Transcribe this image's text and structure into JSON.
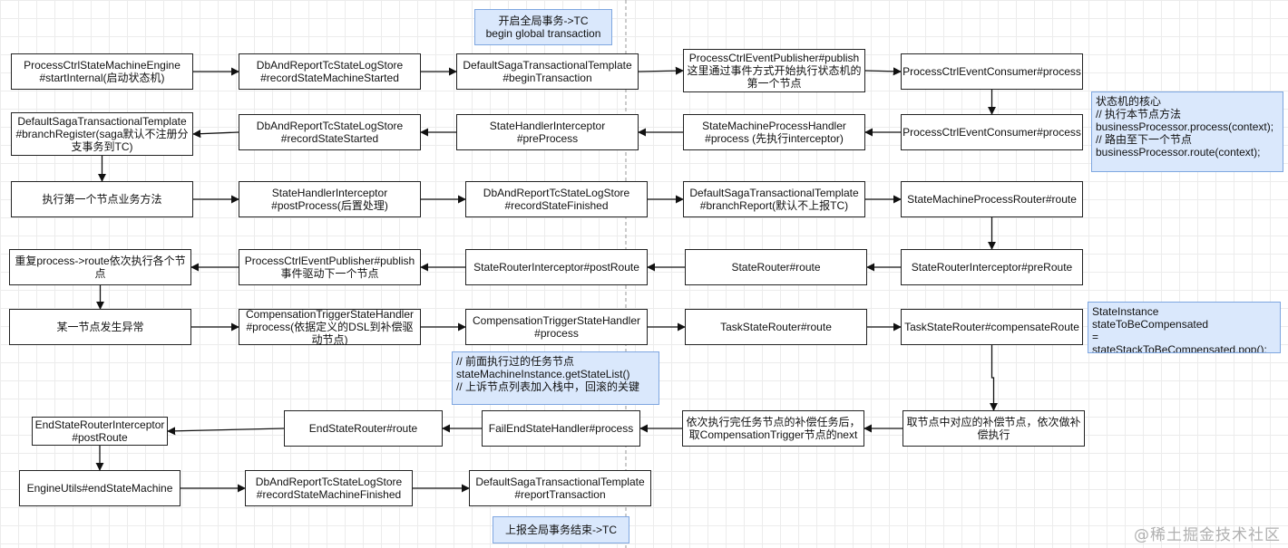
{
  "nodes": [
    {
      "id": "n1",
      "text": "ProcessCtrlStateMachineEngine\n#startInternal(启动状态机)"
    },
    {
      "id": "n2",
      "text": "DbAndReportTcStateLogStore\n#recordStateMachineStarted"
    },
    {
      "id": "n3",
      "text": "DefaultSagaTransactionalTemplate\n#beginTransaction"
    },
    {
      "id": "n4",
      "text": "ProcessCtrlEventPublisher#publish\n这里通过事件方式开始执行状态机的第一个节点"
    },
    {
      "id": "n5",
      "text": "ProcessCtrlEventConsumer#process"
    },
    {
      "id": "n6",
      "text": "ProcessCtrlEventConsumer#process"
    },
    {
      "id": "n7",
      "text": "StateMachineProcessHandler\n#process (先执行interceptor)"
    },
    {
      "id": "n8",
      "text": "StateHandlerInterceptor\n#preProcess"
    },
    {
      "id": "n9",
      "text": "DbAndReportTcStateLogStore\n#recordStateStarted"
    },
    {
      "id": "n10",
      "text": "DefaultSagaTransactionalTemplate\n#branchRegister(saga默认不注册分支事务到TC)"
    },
    {
      "id": "n11",
      "text": "执行第一个节点业务方法"
    },
    {
      "id": "n12",
      "text": "StateHandlerInterceptor\n#postProcess(后置处理)"
    },
    {
      "id": "n13",
      "text": "DbAndReportTcStateLogStore\n#recordStateFinished"
    },
    {
      "id": "n14",
      "text": "DefaultSagaTransactionalTemplate\n#branchReport(默认不上报TC)"
    },
    {
      "id": "n15",
      "text": "StateMachineProcessRouter#route"
    },
    {
      "id": "n16",
      "text": "StateRouterInterceptor#preRoute"
    },
    {
      "id": "n17",
      "text": "StateRouter#route"
    },
    {
      "id": "n18",
      "text": "StateRouterInterceptor#postRoute"
    },
    {
      "id": "n19",
      "text": "ProcessCtrlEventPublisher#publish\n事件驱动下一个节点"
    },
    {
      "id": "n20",
      "text": "重复process->route依次执行各个节点"
    },
    {
      "id": "n21",
      "text": "某一节点发生异常"
    },
    {
      "id": "n22",
      "text": "CompensationTriggerStateHandler\n#process(依据定义的DSL到补偿驱动节点)"
    },
    {
      "id": "n23",
      "text": "CompensationTriggerStateHandler\n#process"
    },
    {
      "id": "n24",
      "text": "TaskStateRouter#route"
    },
    {
      "id": "n25",
      "text": "TaskStateRouter#compensateRoute"
    },
    {
      "id": "n26",
      "text": "取节点中对应的补偿节点，依次做补偿执行"
    },
    {
      "id": "n27",
      "text": "依次执行完任务节点的补偿任务后，取CompensationTrigger节点的next"
    },
    {
      "id": "n28",
      "text": "FailEndStateHandler#process"
    },
    {
      "id": "n29",
      "text": "EndStateRouter#route"
    },
    {
      "id": "n30",
      "text": "EndStateRouterInterceptor\n#postRoute"
    },
    {
      "id": "n31",
      "text": "EngineUtils#endStateMachine"
    },
    {
      "id": "n32",
      "text": "DbAndReportTcStateLogStore\n#recordStateMachineFinished"
    },
    {
      "id": "n33",
      "text": "DefaultSagaTransactionalTemplate\n#reportTransaction"
    }
  ],
  "notes": [
    {
      "id": "m1",
      "text": "开启全局事务->TC\nbegin global transaction"
    },
    {
      "id": "m2",
      "text": "状态机的核心\n// 执行本节点方法\nbusinessProcessor.process(context);\n// 路由至下一个节点\nbusinessProcessor.route(context);"
    },
    {
      "id": "m3",
      "text": "StateInstance stateToBeCompensated\n= stateStackToBeCompensated.pop();\n取出最近的一个任务节点"
    },
    {
      "id": "m4",
      "text": "// 前面执行过的任务节点\nstateMachineInstance.getStateList()\n// 上诉节点列表加入栈中，回滚的关键"
    },
    {
      "id": "m5",
      "text": "上报全局事务结束->TC"
    }
  ],
  "edges": [
    [
      "n1",
      "n2"
    ],
    [
      "n2",
      "n3"
    ],
    [
      "n3",
      "n4"
    ],
    [
      "n4",
      "n5"
    ],
    [
      "n5",
      "n6"
    ],
    [
      "n6",
      "n7"
    ],
    [
      "n7",
      "n8"
    ],
    [
      "n8",
      "n9"
    ],
    [
      "n9",
      "n10"
    ],
    [
      "n10",
      "n11"
    ],
    [
      "n11",
      "n12"
    ],
    [
      "n12",
      "n13"
    ],
    [
      "n13",
      "n14"
    ],
    [
      "n14",
      "n15"
    ],
    [
      "n15",
      "n16"
    ],
    [
      "n16",
      "n17"
    ],
    [
      "n17",
      "n18"
    ],
    [
      "n18",
      "n19"
    ],
    [
      "n19",
      "n20"
    ],
    [
      "n20",
      "n21"
    ],
    [
      "n21",
      "n22"
    ],
    [
      "n22",
      "n23"
    ],
    [
      "n23",
      "n24"
    ],
    [
      "n24",
      "n25"
    ],
    [
      "n25",
      "n26"
    ],
    [
      "n26",
      "n27"
    ],
    [
      "n27",
      "n28"
    ],
    [
      "n28",
      "n29"
    ],
    [
      "n29",
      "n30"
    ],
    [
      "n30",
      "n31"
    ],
    [
      "n31",
      "n32"
    ],
    [
      "n32",
      "n33"
    ]
  ],
  "colors": {
    "note_fill": "#dae8fc",
    "note_border": "#7ea6e0",
    "stroke": "#111111"
  },
  "watermark": "@稀土掘金技术社区"
}
